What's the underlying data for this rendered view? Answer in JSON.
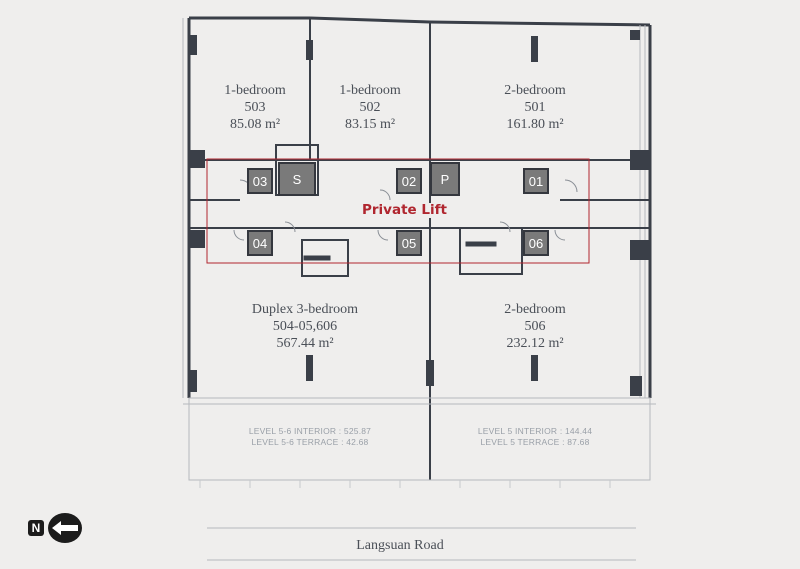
{
  "units": [
    {
      "type": "1-bedroom",
      "number": "503",
      "area": "85.08 m²"
    },
    {
      "type": "1-bedroom",
      "number": "502",
      "area": "83.15 m²"
    },
    {
      "type": "2-bedroom",
      "number": "501",
      "area": "161.80 m²"
    },
    {
      "type": "Duplex 3-bedroom",
      "number": "504-05,606",
      "area": "567.44 m²"
    },
    {
      "type": "2-bedroom",
      "number": "506",
      "area": "232.12 m²"
    }
  ],
  "terraces": [
    {
      "interior": "LEVEL 5-6 INTERIOR : 525.87",
      "terrace": "LEVEL 5-6 TERRACE : 42.68"
    },
    {
      "interior": "LEVEL 5 INTERIOR : 144.44",
      "terrace": "LEVEL 5 TERRACE : 87.68"
    }
  ],
  "lifts": [
    "03",
    "S",
    "02",
    "P",
    "01",
    "04",
    "05",
    "06"
  ],
  "private_lift_label": "Private Lift",
  "road_label": "Langsuan Road",
  "compass": {
    "label": "N",
    "icon": "west-arrow-icon"
  },
  "colors": {
    "wall": "#3a3f48",
    "lift_fill": "#7a7a7a",
    "highlight": "#b0262f",
    "background": "#efeeed"
  }
}
